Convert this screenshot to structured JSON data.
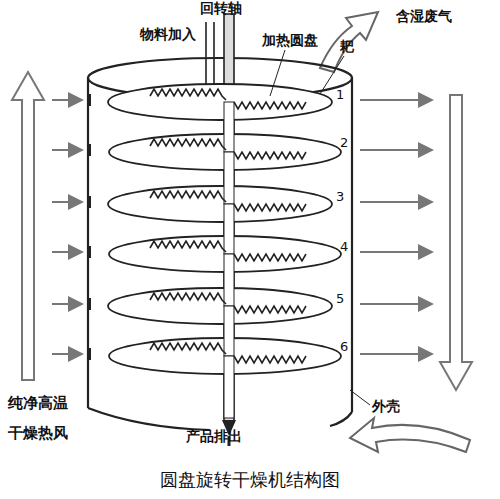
{
  "diagram": {
    "caption": "圆盘旋转干燥机结构图",
    "labels": [
      "回转轴",
      "物料加入",
      "加热圆盘",
      "耙",
      "含湿废气",
      "1",
      "2",
      "3",
      "4",
      "5",
      "6",
      "纯净高温 干燥热风",
      "外壳",
      "产品排出"
    ]
  }
}
